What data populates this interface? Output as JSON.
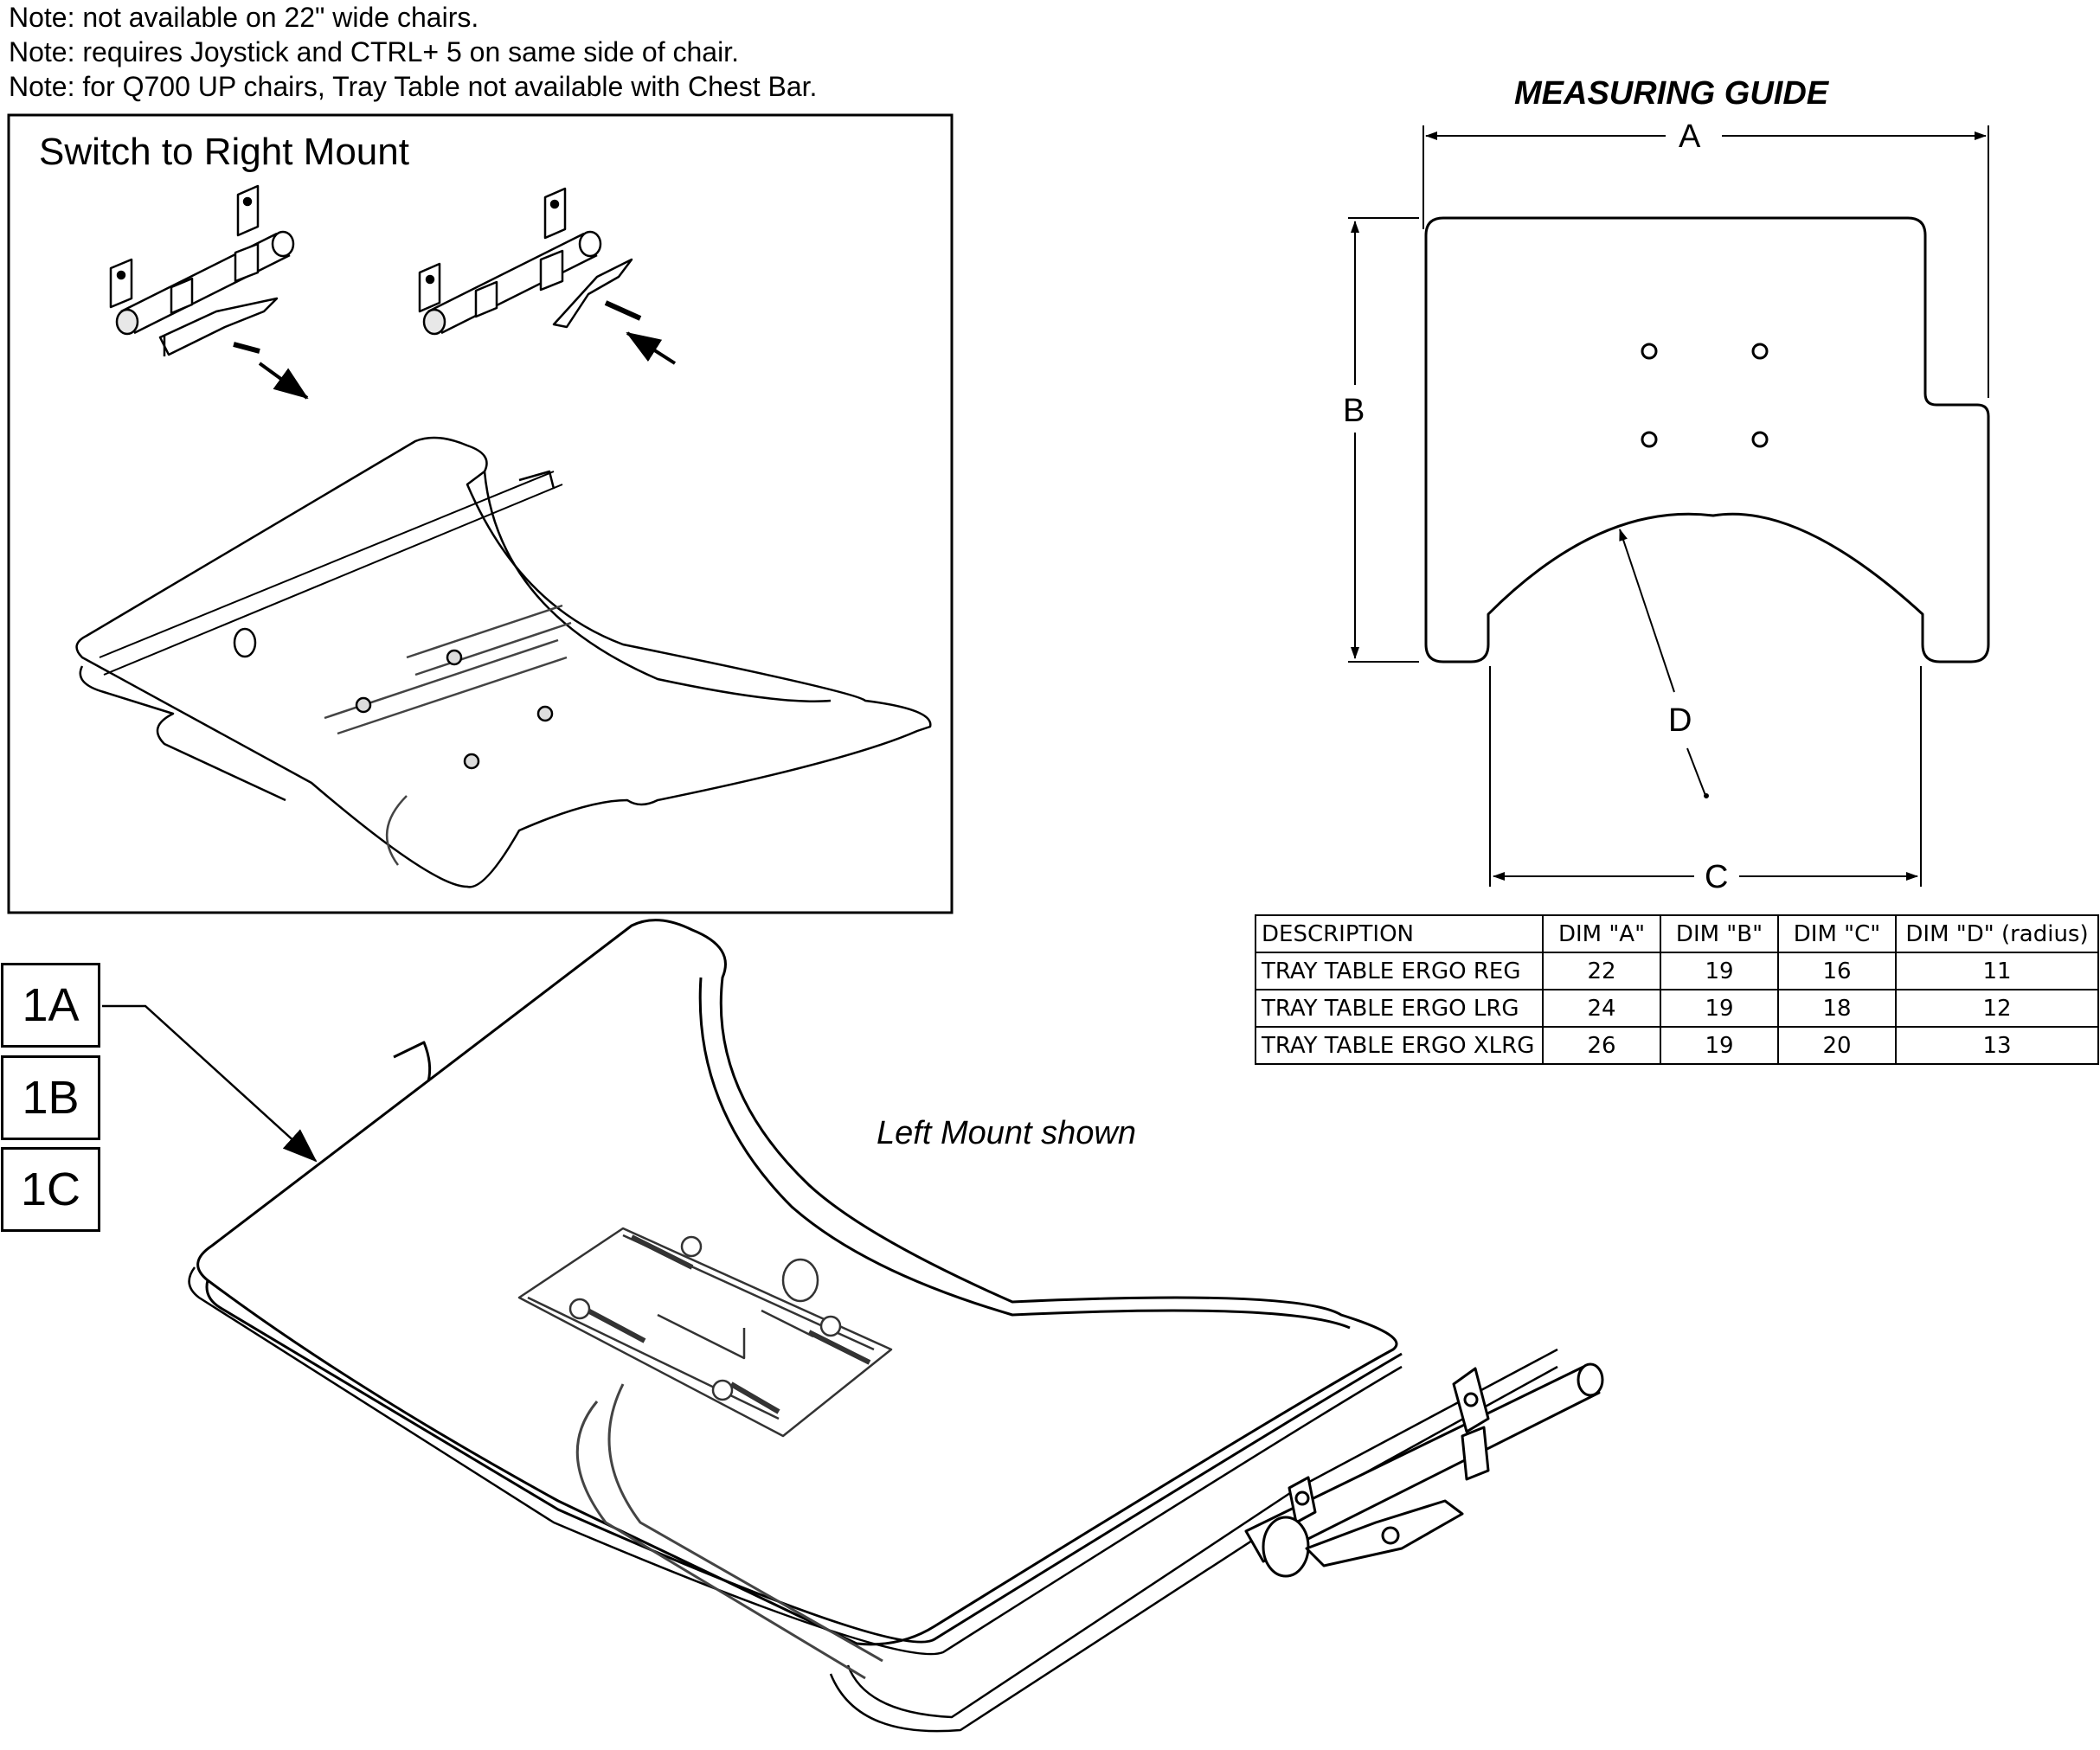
{
  "notes": [
    "Note: not available on 22\" wide chairs.",
    "Note: requires Joystick and CTRL+ 5 on same side of chair.",
    "Note: for Q700 UP chairs, Tray Table not available with Chest Bar."
  ],
  "inset": {
    "title": "Switch to Right Mount"
  },
  "measuring_guide": {
    "title": "MEASURING GUIDE",
    "labels": {
      "a": "A",
      "b": "B",
      "c": "C",
      "d": "D"
    }
  },
  "table": {
    "headers": [
      "DESCRIPTION",
      "DIM \"A\"",
      "DIM \"B\"",
      "DIM \"C\"",
      "DIM \"D\" (radius)"
    ],
    "rows": [
      [
        "TRAY TABLE ERGO REG",
        "22",
        "19",
        "16",
        "11"
      ],
      [
        "TRAY TABLE ERGO LRG",
        "24",
        "19",
        "18",
        "12"
      ],
      [
        "TRAY TABLE ERGO XLRG",
        "26",
        "19",
        "20",
        "13"
      ]
    ]
  },
  "callouts": [
    "1A",
    "1B",
    "1C"
  ],
  "main_caption": "Left Mount shown"
}
